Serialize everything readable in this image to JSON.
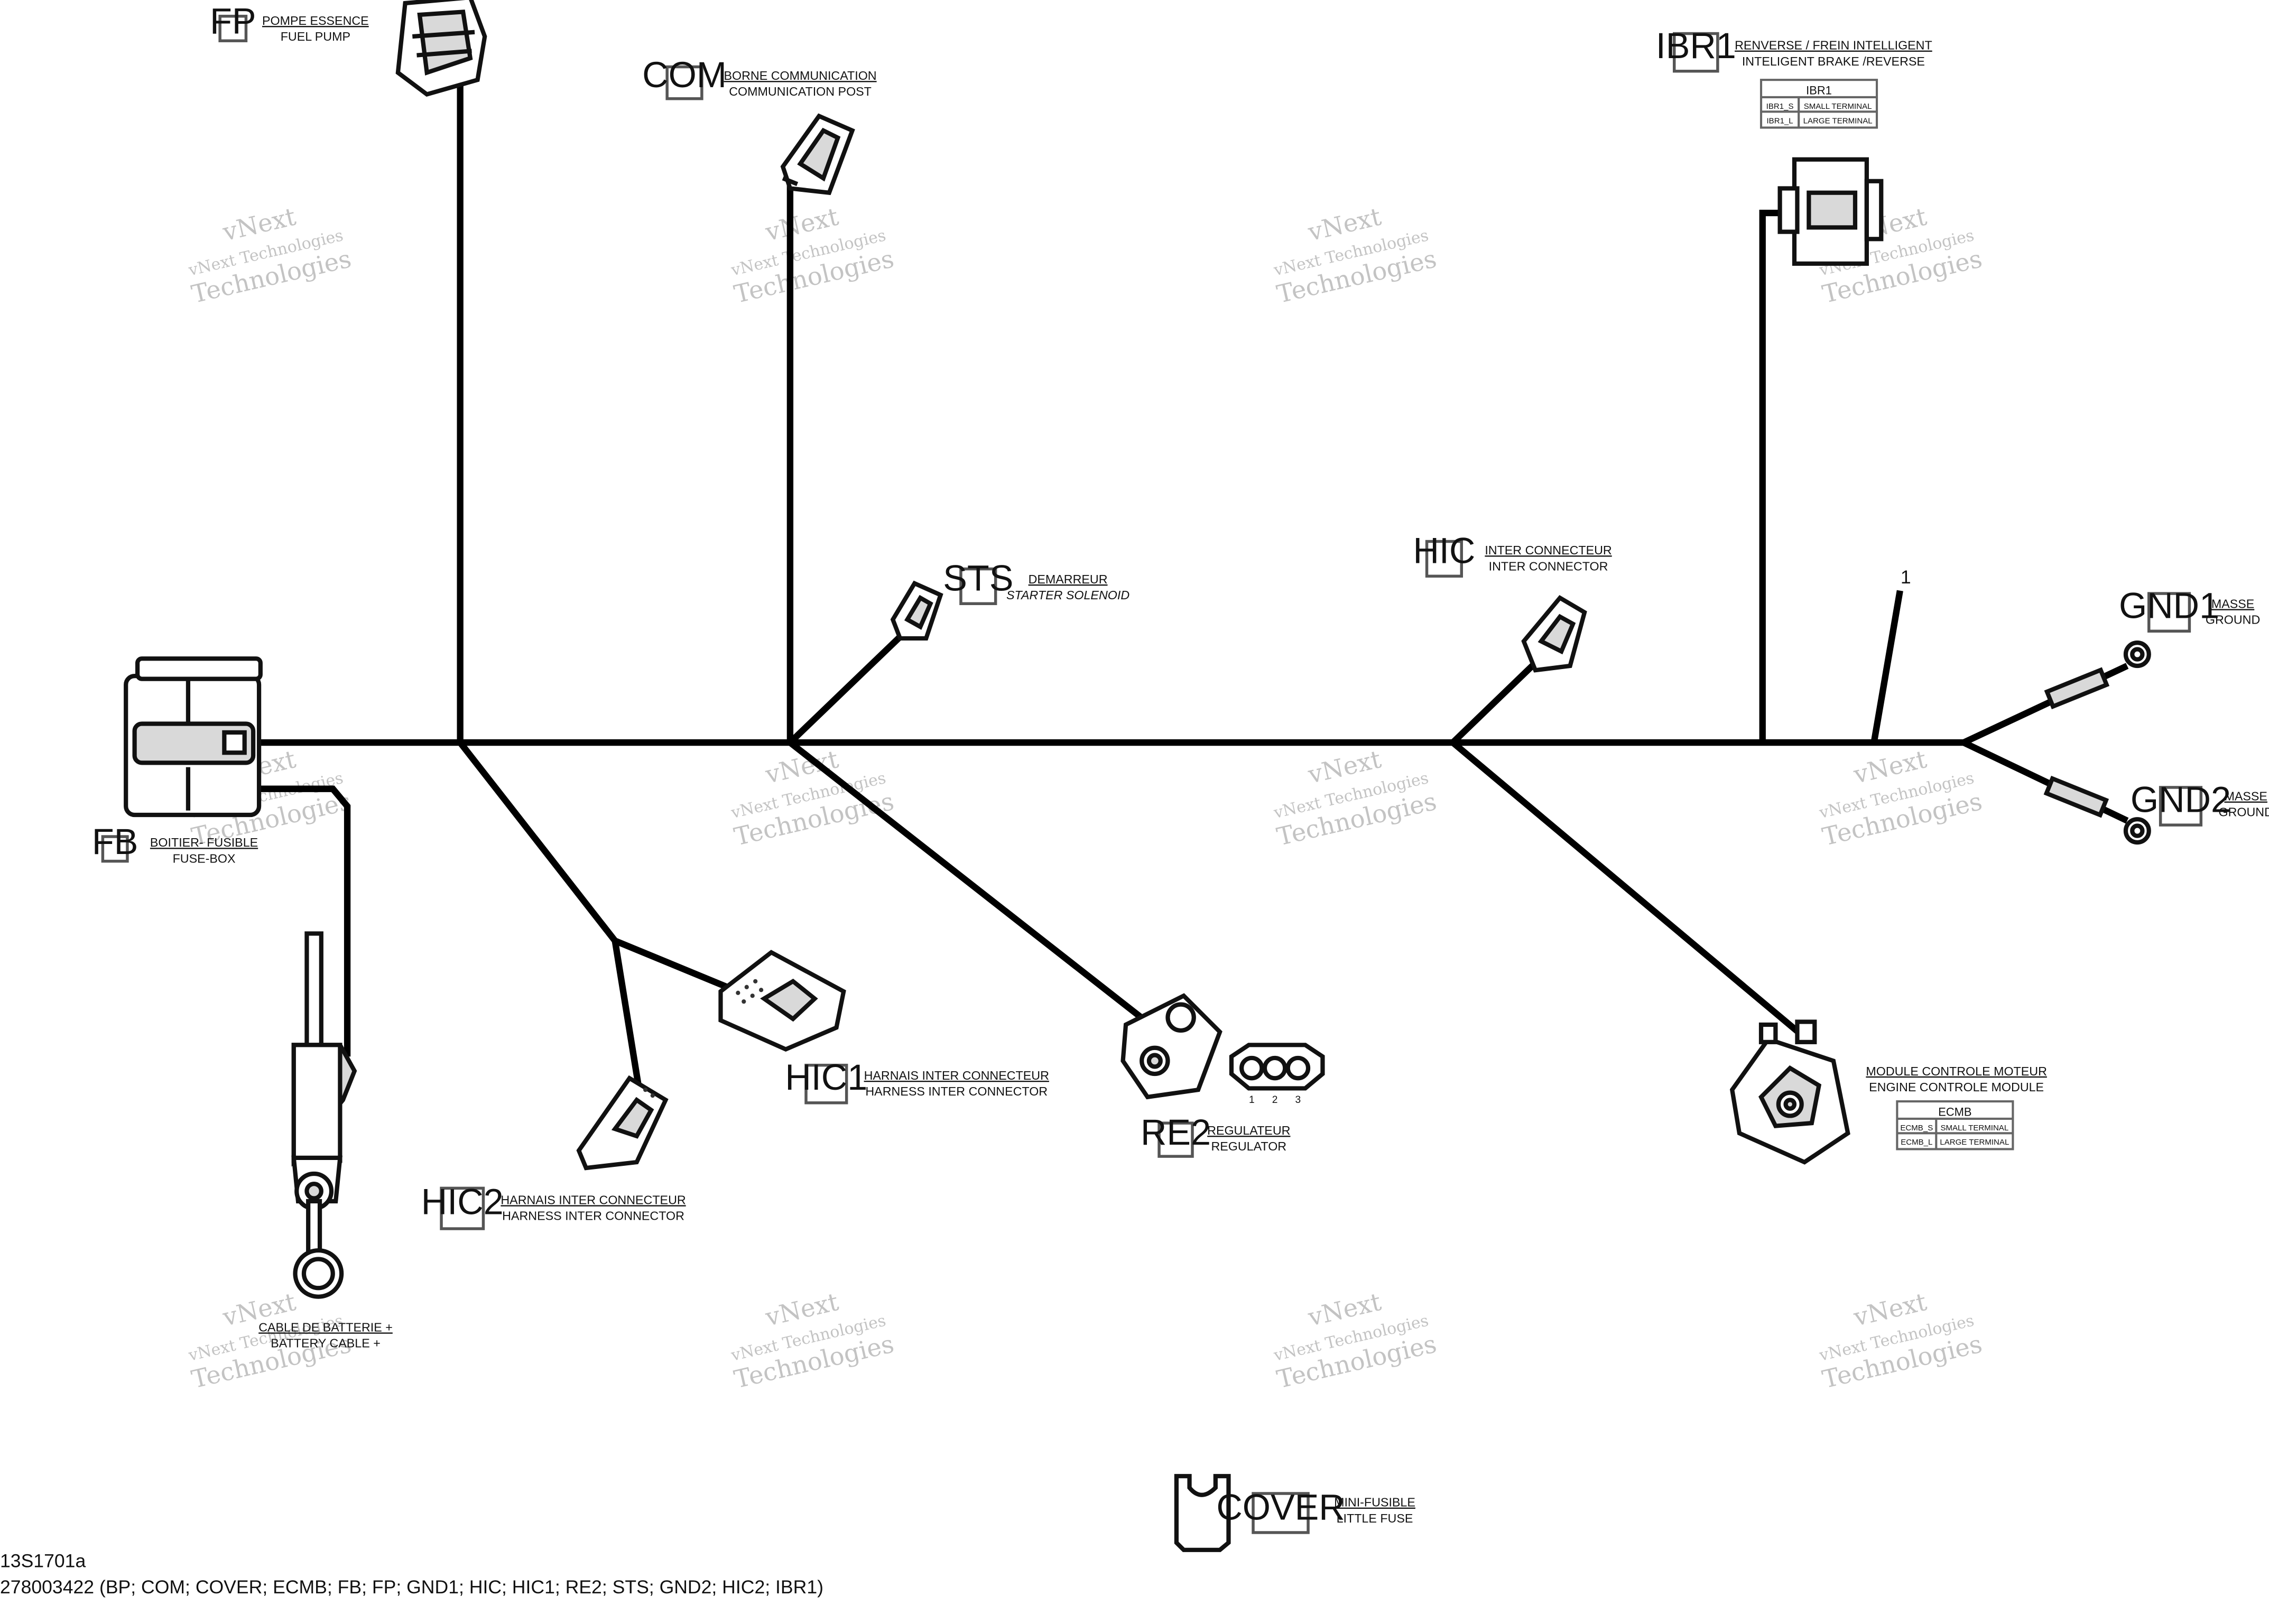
{
  "connectors": {
    "fp": {
      "code": "FP",
      "line1": "POMPE ESSENCE",
      "line2": "FUEL PUMP"
    },
    "com": {
      "code": "COM",
      "line1": "BORNE COMMUNICATION",
      "line2": "COMMUNICATION POST"
    },
    "ibr1": {
      "code": "IBR1",
      "line1": "RENVERSE / FREIN INTELLIGENT",
      "line2": "INTELIGENT BRAKE /REVERSE",
      "table": {
        "title": "IBR1",
        "rows": [
          [
            "IBR1_S",
            "SMALL TERMINAL"
          ],
          [
            "IBR1_L",
            "LARGE TERMINAL"
          ]
        ]
      }
    },
    "sts": {
      "code": "STS",
      "line1": "DEMARREUR",
      "line2": "STARTER SOLENOID"
    },
    "hic": {
      "code": "HIC",
      "line1": "INTER CONNECTEUR",
      "line2": "INTER CONNECTOR"
    },
    "gnd1": {
      "code": "GND1",
      "line1": "MASSE",
      "line2": "GROUND"
    },
    "gnd2": {
      "code": "GND2",
      "line1": "MASSE",
      "line2": "GROUND"
    },
    "fb": {
      "code": "FB",
      "line1": "BOITIER- FUSIBLE",
      "line2": "FUSE-BOX"
    },
    "hic1": {
      "code": "HIC1",
      "line1": "HARNAIS INTER CONNECTEUR",
      "line2": "HARNESS INTER CONNECTOR"
    },
    "hic2": {
      "code": "HIC2",
      "line1": "HARNAIS INTER CONNECTEUR",
      "line2": "HARNESS INTER CONNECTOR"
    },
    "re2": {
      "code": "RE2",
      "line1": "REGULATEUR",
      "line2": "REGULATOR",
      "pins": [
        "1",
        "2",
        "3"
      ]
    },
    "ecmb": {
      "code": "ECMB",
      "line1": "MODULE CONTROLE MOTEUR",
      "line2": "ENGINE CONTROLE MODULE",
      "table": {
        "title": "ECMB",
        "rows": [
          [
            "ECMB_S",
            "SMALL TERMINAL"
          ],
          [
            "ECMB_L",
            "LARGE TERMINAL"
          ]
        ]
      }
    },
    "bp": {
      "line1": "CABLE DE BATTERIE +",
      "line2": "BATTERY CABLE +"
    },
    "cover": {
      "code": "COVER",
      "line1": "MINI-FUSIBLE",
      "line2": "LITTLE FUSE"
    }
  },
  "callout": "1",
  "watermark": {
    "line1": "vNext Technologies",
    "line2": "vNext",
    "line3": "Technologies"
  },
  "footer": {
    "drawing_id": "13S1701a",
    "part_ref": "278003422 (BP; COM; COVER; ECMB; FB; FP; GND1; HIC; HIC1; RE2; STS; GND2; HIC2; IBR1)"
  }
}
